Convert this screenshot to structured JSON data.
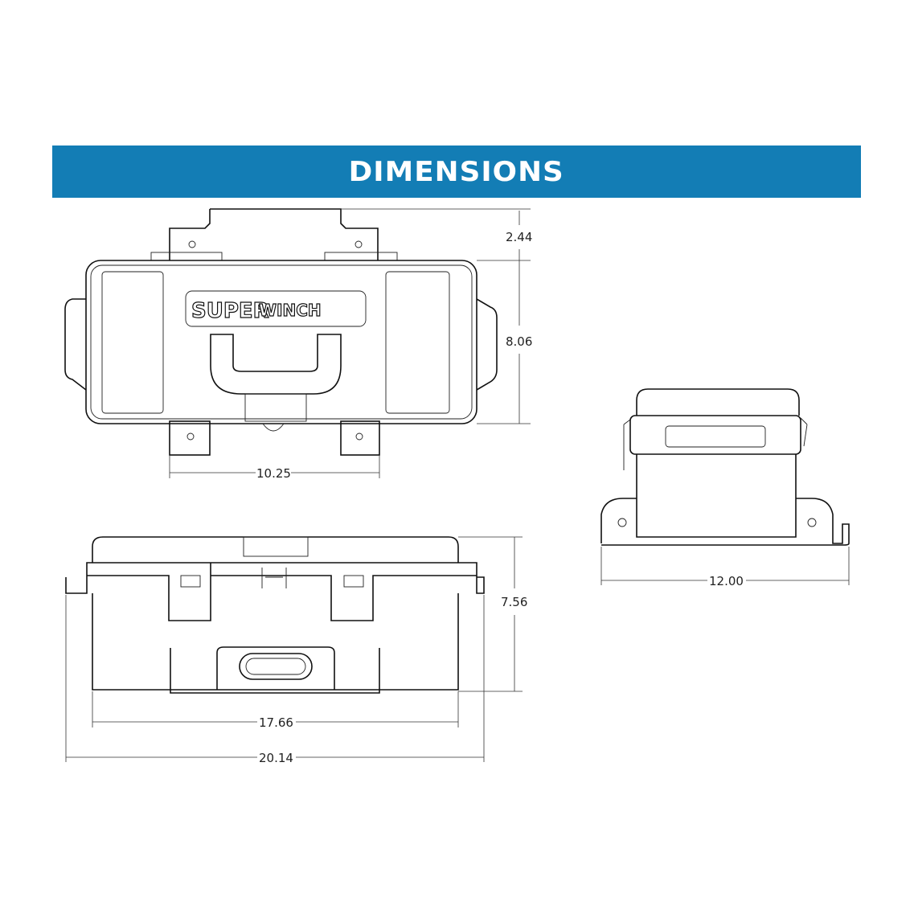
{
  "banner": {
    "title": "DIMENSIONS",
    "color": "#137db5"
  },
  "logo": {
    "left": "SUPER",
    "right": "WINCH"
  },
  "top_view": {
    "height_bracket": "2.44",
    "height_body": "8.06",
    "width_mounts": "10.25"
  },
  "front_view": {
    "height": "7.56",
    "width_body": "17.66",
    "width_overall": "20.14"
  },
  "side_view": {
    "depth": "12.00"
  }
}
